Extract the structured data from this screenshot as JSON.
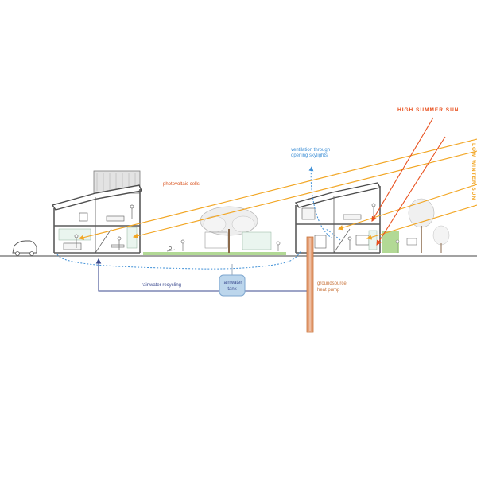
{
  "labels": {
    "high_summer_sun": "HIGH SUMMER SUN",
    "low_winter_sun": "LOW WINTER SUN",
    "photovoltaic": "photovoltaic cells",
    "ventilation_line1": "ventilation through",
    "ventilation_line2": "opening skylights",
    "rainwater_recycling": "rainwater recycling",
    "rainwater_tank_line1": "rainwater",
    "rainwater_tank_line2": "tank",
    "groundsource_line1": "groundsource",
    "groundsource_line2": "heat pump"
  },
  "colors": {
    "summer_sun": "#e8501e",
    "winter_sun": "#f2a624",
    "photovoltaic": "#d9531e",
    "ventilation": "#3e8fd6",
    "rainwater": "#3b4a8f",
    "tank": "#bcd6ec",
    "heat_pump": "#c8733a",
    "grass": "#9fcf7a",
    "structure": "#5a5a5a"
  }
}
